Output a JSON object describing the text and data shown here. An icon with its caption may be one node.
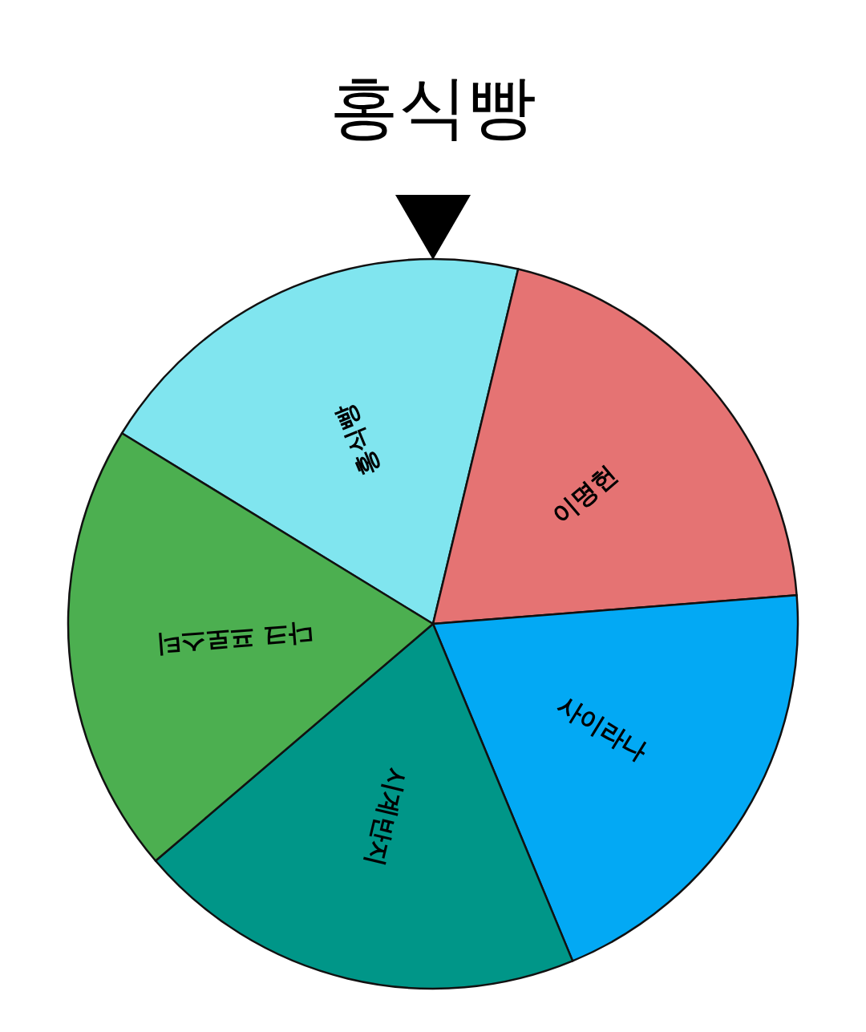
{
  "diagram": {
    "title": "홍식빵",
    "nodes": [
      {
        "text": [
          "홍식빵"
        ]
      },
      {
        "text": [
          "이명헌"
        ]
      },
      {
        "text": [
          "사이라나"
        ]
      },
      {
        "text": [
          "시계반지"
        ]
      },
      {
        "text": [
          "다크 프로스티"
        ]
      }
    ]
  }
}
